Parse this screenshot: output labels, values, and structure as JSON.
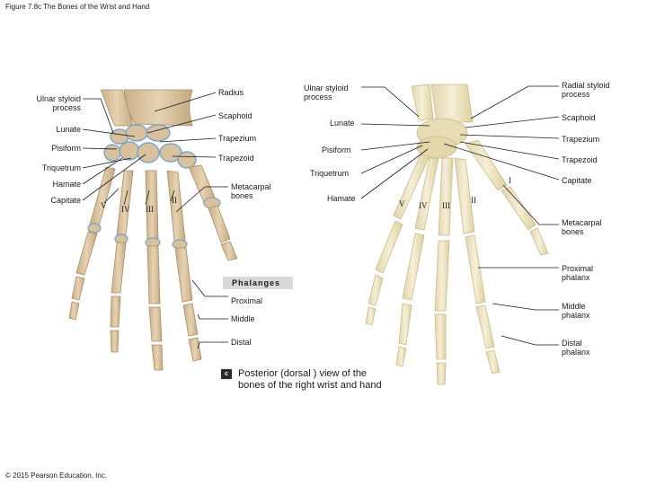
{
  "title": "Figure 7.8c The Bones of the Wrist and Hand",
  "copyright": "© 2015 Pearson Education, Inc.",
  "left_labels": {
    "ulnar_styloid": "Ulnar styloid\nprocess",
    "radius": "Radius",
    "scaphoid": "Scaphoid",
    "lunate": "Lunate",
    "trapezium": "Trapezium",
    "pisiform": "Pisiform",
    "trapezoid": "Trapezoid",
    "triquetrum": "Triquetrum",
    "hamate": "Hamate",
    "capitate": "Capitate",
    "metacarpal": "Metacarpal\nbones"
  },
  "left_numerals": [
    "V",
    "IV",
    "III",
    "II"
  ],
  "phalanges": {
    "heading": "Phalanges",
    "proximal": "Proximal",
    "middle": "Middle",
    "distal": "Distal"
  },
  "caption": {
    "letter": "c",
    "text": "Posterior (dorsal ) view of the\nbones of the right wrist and hand"
  },
  "right_labels": {
    "ulnar_styloid": "Ulnar styloid\nprocess",
    "radial_styloid": "Radial styloid\nprocess",
    "lunate": "Lunate",
    "scaphoid": "Scaphoid",
    "pisiform": "Pisiform",
    "trapezium": "Trapezium",
    "trapezoid": "Trapezoid",
    "triquetrum": "Triquetrum",
    "capitate": "Capitate",
    "hamate": "Hamate",
    "metacarpal": "Metacarpal\nbones",
    "proximal_phalanx": "Proximal\nphalanx",
    "middle_phalanx": "Middle\nphalanx",
    "distal_phalanx": "Distal\nphalanx"
  },
  "right_numerals": [
    "V",
    "IV",
    "III",
    "II",
    "I"
  ],
  "colors": {
    "bone_illustration": "#dcc7a4",
    "bone_outline": "#b59a74",
    "cartilage": "#8fb2d6",
    "bone_photo": "#efe6c8",
    "leader": "#1a1a1a"
  }
}
